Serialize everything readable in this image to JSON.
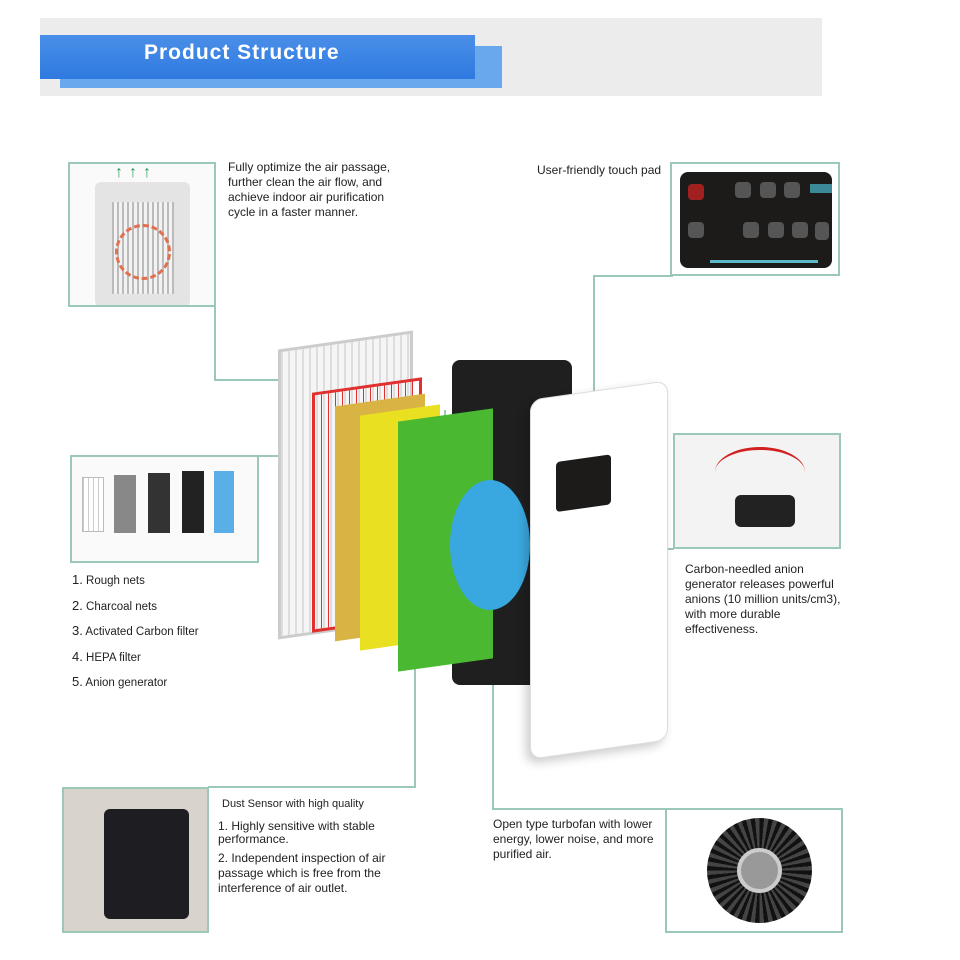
{
  "banner": {
    "title": "Product Structure"
  },
  "air_passage": {
    "text": "Fully optimize the air passage, further clean the air flow, and achieve indoor air purification cycle in a faster manner."
  },
  "touch_pad": {
    "label": "User-friendly touch pad"
  },
  "filters": {
    "items": [
      {
        "num": "1.",
        "label": "Rough  nets"
      },
      {
        "num": "2.",
        "label": "Charcoal  nets"
      },
      {
        "num": "3.",
        "label": "Activated Carbon filter"
      },
      {
        "num": "4.",
        "label": "HEPA  filter"
      },
      {
        "num": "5.",
        "label": "Anion generator"
      }
    ]
  },
  "anion": {
    "text": "Carbon-needled anion generator releases powerful anions (10 million units/cm3), with more durable effectiveness."
  },
  "dust_sensor": {
    "title": "Dust Sensor with high quality",
    "point1": "1.  Highly sensitive with stable performance.",
    "point2": "2.  Independent inspection of air passage which is free from the interference of air outlet."
  },
  "turbofan": {
    "text": "Open type turbofan with lower energy, lower noise, and more purified air."
  },
  "colors": {
    "banner": "#2f7ae0",
    "connector": "#9cc8b8"
  }
}
